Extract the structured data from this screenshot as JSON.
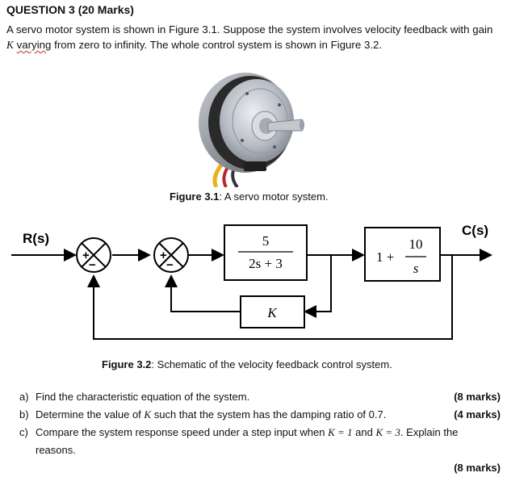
{
  "question": {
    "title": "QUESTION 3",
    "marks": "(20 Marks)"
  },
  "intro": {
    "line1": "A servo motor system is shown in Figure 3.1. Suppose the system involves velocity feedback with gain",
    "var_k": "K",
    "wavy_word": "varying",
    "line2_rest": "from zero to infinity. The whole control system is shown in Figure 3.2."
  },
  "figure1": {
    "label": "Figure 3.1",
    "caption": ": A servo motor system."
  },
  "figure2": {
    "label": "Figure 3.2",
    "caption": ": Schematic of the velocity feedback control system.",
    "input_label": "R(s)",
    "output_label": "C(s)",
    "block1_num": "5",
    "block1_den": "2s + 3",
    "block2_one_plus": "1 +",
    "block2_num": "10",
    "block2_den": "s",
    "feedback_block": "K",
    "sum_plus": "+",
    "sum_minus": "−"
  },
  "questions": [
    {
      "label": "a)",
      "text": "Find the characteristic equation of the system.",
      "marks": "(8 marks)"
    },
    {
      "label": "b)",
      "text_before": "Determine the value of",
      "var": "K",
      "text_after": "such that the system has the damping ratio of 0.7.",
      "marks": "(4 marks)"
    },
    {
      "label": "c)",
      "text_before": "Compare the system response speed under a step input when",
      "k1": "K = 1",
      "and_word": "and",
      "k3": "K = 3",
      "text_after": ". Explain the",
      "line2": "reasons.",
      "marks": "(8 marks)"
    }
  ],
  "colors": {
    "motor_body": "#8a8f96",
    "motor_band": "#2a2a2a",
    "wire_yellow": "#e8b21c",
    "wire_red": "#b8282a"
  }
}
